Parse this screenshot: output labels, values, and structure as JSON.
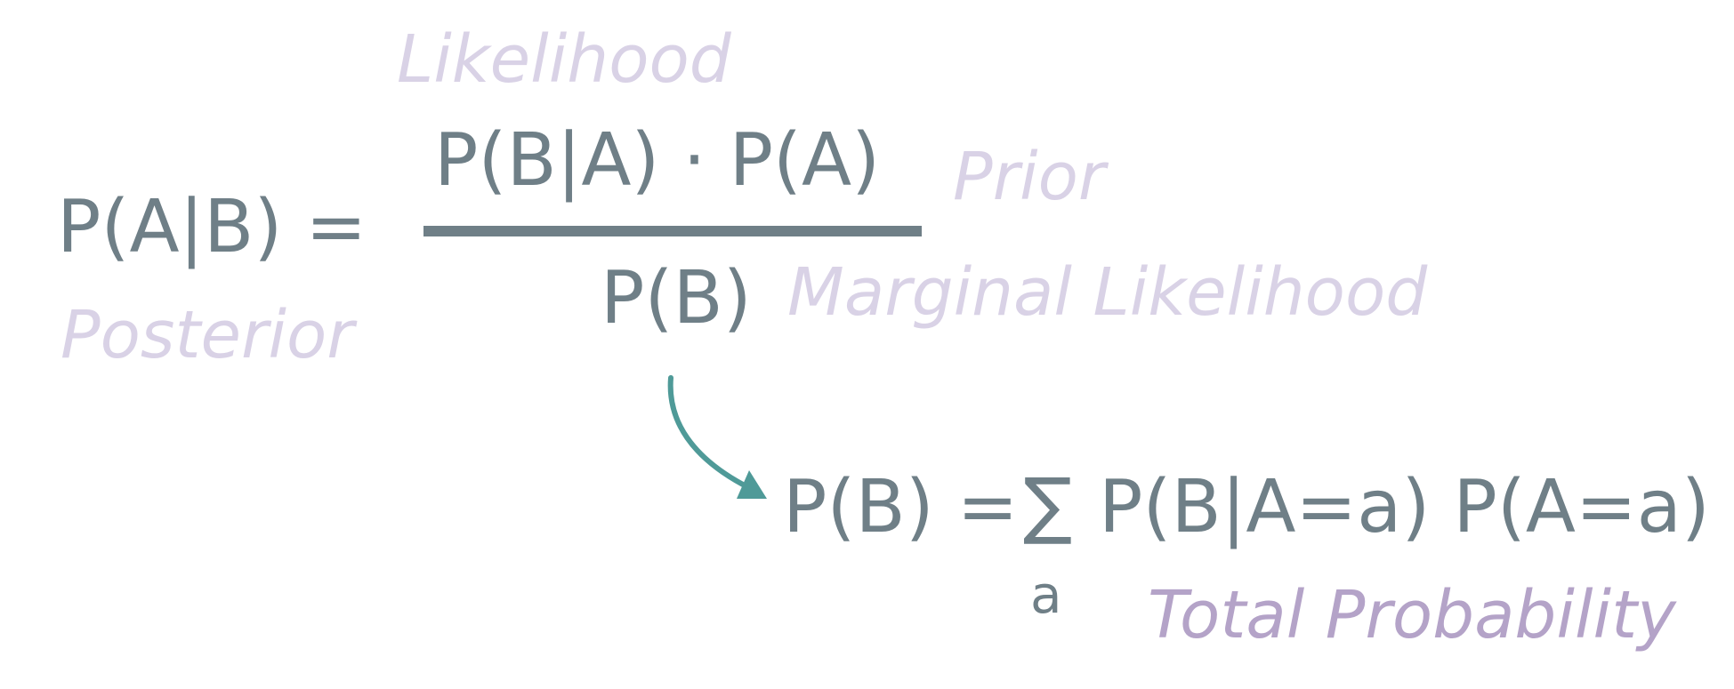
{
  "equation": {
    "lhs": "P(A|B) =",
    "numerator": "P(B|A) · P(A)",
    "denominator": "P(B)",
    "expansion": {
      "lhs": "P(B) =",
      "sum_symbol": "∑",
      "sum_index": "a",
      "summand": "P(B|A=a) P(A=a)"
    }
  },
  "labels": {
    "likelihood": "Likelihood",
    "prior": "Prior",
    "posterior": "Posterior",
    "marginal_likelihood": "Marginal Likelihood",
    "total_probability": "Total Probability"
  },
  "colors": {
    "formula": "#6f7f87",
    "label_light": "#d9d2e6",
    "label_dark": "#b4a3c8",
    "arrow": "#4f9a98"
  }
}
